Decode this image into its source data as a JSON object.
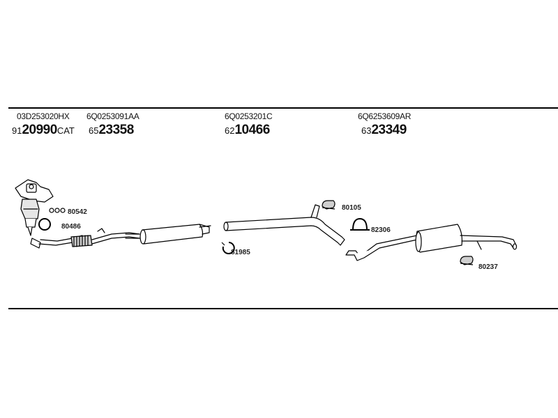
{
  "groups": [
    {
      "oe_number": "03D253020HX",
      "art_prefix": "91",
      "art_main": "20990",
      "art_suffix": "CAT"
    },
    {
      "oe_number": "6Q0253091AA",
      "art_prefix": "65",
      "art_main": "23358",
      "art_suffix": ""
    },
    {
      "oe_number": "6Q0253201C",
      "art_prefix": "62",
      "art_main": "10466",
      "art_suffix": ""
    },
    {
      "oe_number": "6Q6253609AR",
      "art_prefix": "63",
      "art_main": "23349",
      "art_suffix": ""
    }
  ],
  "accessories": [
    {
      "number": "80542",
      "icon": "nut-bolt-set-icon"
    },
    {
      "number": "80486",
      "icon": "sealing-ring-icon"
    },
    {
      "number": "81985",
      "icon": "hose-clamp-icon"
    },
    {
      "number": "80105",
      "icon": "rubber-hanger-icon"
    },
    {
      "number": "82306",
      "icon": "u-bolt-clamp-icon"
    },
    {
      "number": "80237",
      "icon": "rubber-hanger-icon"
    }
  ],
  "colors": {
    "line": "#000000",
    "part_fill": "#ffffff",
    "part_shade": "#bdbdbd"
  }
}
